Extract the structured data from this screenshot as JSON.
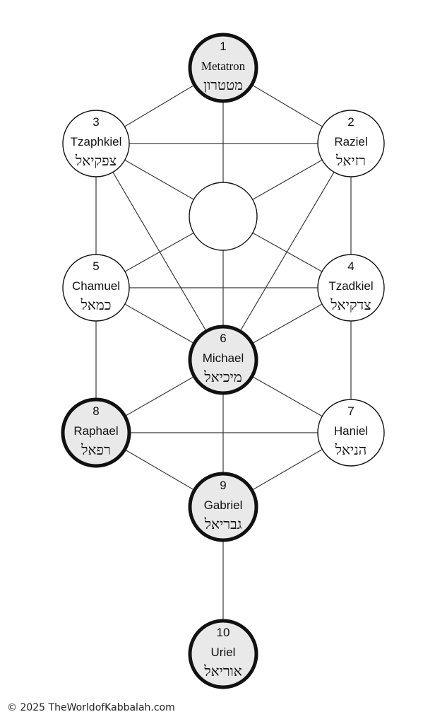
{
  "copyright": "© 2025 TheWorldofKabbalah.com",
  "colors": {
    "filled": "#e9e9e9",
    "empty": "#ffffff",
    "stroke": "#111111",
    "line": "#3a3a3a"
  },
  "nodes": [
    {
      "id": "metatron",
      "number": "1",
      "name": "Metatron",
      "hebrew": "מטטרון",
      "emphasis": true
    },
    {
      "id": "raziel",
      "number": "2",
      "name": "Raziel",
      "hebrew": "רזיאל",
      "emphasis": false
    },
    {
      "id": "tzaphkiel",
      "number": "3",
      "name": "Tzaphkiel",
      "hebrew": "צפקיאל",
      "emphasis": false
    },
    {
      "id": "daat",
      "number": "",
      "name": "",
      "hebrew": "",
      "emphasis": false
    },
    {
      "id": "tzadkiel",
      "number": "4",
      "name": "Tzadkiel",
      "hebrew": "צדקיאל",
      "emphasis": false
    },
    {
      "id": "chamuel",
      "number": "5",
      "name": "Chamuel",
      "hebrew": "כמאל",
      "emphasis": false
    },
    {
      "id": "michael",
      "number": "6",
      "name": "Michael",
      "hebrew": "מיכיאל",
      "emphasis": true
    },
    {
      "id": "haniel",
      "number": "7",
      "name": "Haniel",
      "hebrew": "הניאל",
      "emphasis": false
    },
    {
      "id": "raphael",
      "number": "8",
      "name": "Raphael",
      "hebrew": "רפאל",
      "emphasis": true
    },
    {
      "id": "gabriel",
      "number": "9",
      "name": "Gabriel",
      "hebrew": "גבריאל",
      "emphasis": true
    },
    {
      "id": "uriel",
      "number": "10",
      "name": "Uriel",
      "hebrew": "אוריאל",
      "emphasis": true
    }
  ],
  "edges": [
    [
      "metatron",
      "raziel"
    ],
    [
      "metatron",
      "tzaphkiel"
    ],
    [
      "metatron",
      "daat"
    ],
    [
      "tzaphkiel",
      "raziel"
    ],
    [
      "tzaphkiel",
      "daat"
    ],
    [
      "raziel",
      "daat"
    ],
    [
      "tzaphkiel",
      "chamuel"
    ],
    [
      "raziel",
      "tzadkiel"
    ],
    [
      "tzaphkiel",
      "michael"
    ],
    [
      "raziel",
      "michael"
    ],
    [
      "daat",
      "chamuel"
    ],
    [
      "daat",
      "tzadkiel"
    ],
    [
      "daat",
      "michael"
    ],
    [
      "chamuel",
      "tzadkiel"
    ],
    [
      "chamuel",
      "michael"
    ],
    [
      "tzadkiel",
      "michael"
    ],
    [
      "chamuel",
      "raphael"
    ],
    [
      "tzadkiel",
      "haniel"
    ],
    [
      "michael",
      "raphael"
    ],
    [
      "michael",
      "haniel"
    ],
    [
      "michael",
      "gabriel"
    ],
    [
      "raphael",
      "haniel"
    ],
    [
      "raphael",
      "gabriel"
    ],
    [
      "haniel",
      "gabriel"
    ],
    [
      "gabriel",
      "uriel"
    ]
  ]
}
